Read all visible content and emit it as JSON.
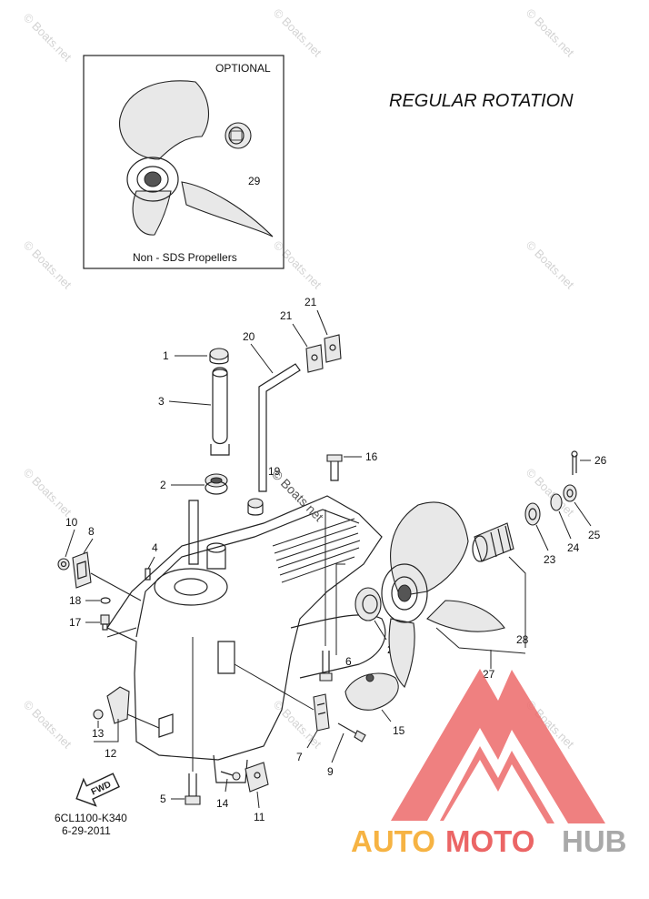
{
  "header": {
    "title": "REGULAR ROTATION"
  },
  "optional_box": {
    "title": "OPTIONAL",
    "caption": "Non - SDS Propellers",
    "part": "29"
  },
  "watermark": {
    "text": "© Boats.net",
    "overlay": "© Boats net"
  },
  "callouts": {
    "c1": "1",
    "c2": "2",
    "c3": "3",
    "c4": "4",
    "c5": "5",
    "c6": "6",
    "c7": "7",
    "c8": "8",
    "c9": "9",
    "c10": "10",
    "c11": "11",
    "c12": "12",
    "c13": "13",
    "c14": "14",
    "c15": "15",
    "c16": "16",
    "c17": "17",
    "c18": "18",
    "c19": "19",
    "c20": "20",
    "c21a": "21",
    "c21b": "21",
    "c22": "22",
    "c23": "23",
    "c24": "24",
    "c25": "25",
    "c26": "26",
    "c27": "27",
    "c28": "28"
  },
  "fwd_label": "FWD",
  "footer": {
    "code": "6CL1100-K340",
    "date": "6-29-2011"
  },
  "logo": {
    "part1": "AUTO",
    "part2": "MOTO",
    "part3": "HUB",
    "color_orange": "#f5a623",
    "color_red": "#e84a4a",
    "color_grey": "#9b9b9b"
  }
}
